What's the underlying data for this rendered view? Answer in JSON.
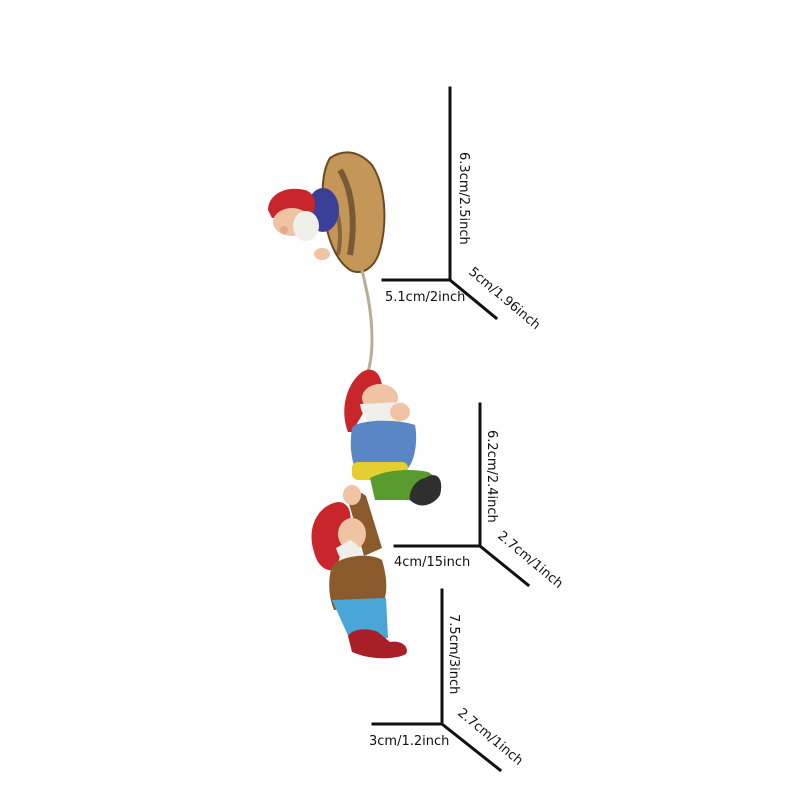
{
  "figures": {
    "top": {
      "height": "6.3cm/2.5inch",
      "width": "5.1cm/2inch",
      "depth": "5cm/1.96inch"
    },
    "middle": {
      "height": "6.2cm/2.4inch",
      "width": "4cm/15inch",
      "depth": "2.7cm/1inch"
    },
    "bottom": {
      "height": "7.5cm/3inch",
      "width": "3cm/1.2inch",
      "depth": "2.7cm/1inch"
    }
  },
  "colors": {
    "outline": "#111111",
    "hat_red": "#c8262a",
    "beard_white": "#f1efe9",
    "skin": "#efc3a4",
    "shirt_blue": "#5a86c6",
    "shirt_darkblue": "#3c3f98",
    "pants_green": "#5a9b2f",
    "belt_yellow": "#e5cf30",
    "coat_brown": "#8a5a2c",
    "pants_cyan": "#49a6d6",
    "shoe_red": "#a81f27",
    "rope": "#b9ad97",
    "stump": "#c49658"
  }
}
